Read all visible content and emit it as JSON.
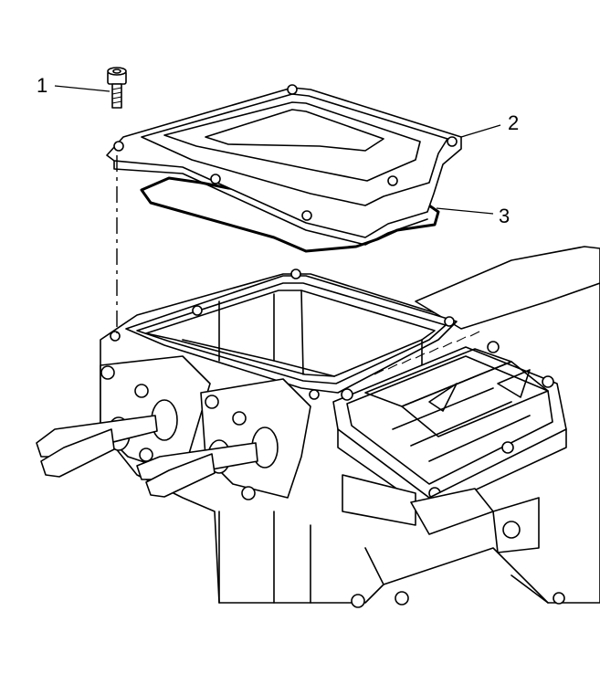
{
  "callouts": [
    {
      "label": "1",
      "part": "bolt"
    },
    {
      "label": "2",
      "part": "cover"
    },
    {
      "label": "3",
      "part": "gasket"
    }
  ]
}
